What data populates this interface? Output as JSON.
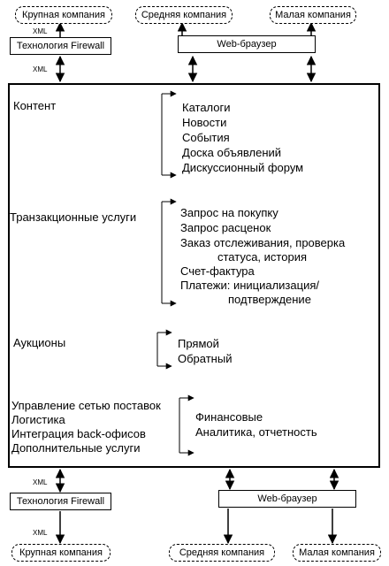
{
  "top": {
    "large_company": "Крупная компания",
    "medium_company": "Средняя компания",
    "small_company": "Малая компания",
    "firewall": "Технология Firewall",
    "browser": "Web-браузер",
    "xml_1": "XML",
    "xml_2": "XML"
  },
  "bottom": {
    "large_company": "Крупная компания",
    "medium_company": "Средняя компания",
    "small_company": "Малая компания",
    "firewall": "Технология Firewall",
    "browser": "Web-браузер",
    "xml_1": "XML",
    "xml_2": "XML"
  },
  "sections": {
    "content": {
      "title": "Контент",
      "items": [
        "Каталоги",
        "Новости",
        "События",
        "Доска объявлений",
        "Дискуссионный форум"
      ]
    },
    "transactions": {
      "title": "Транзакционные услуги",
      "items": [
        "Запрос на покупку",
        "Запрос расценок",
        "Заказ отслеживания, проверка",
        "статуса, история",
        "Счет-фактура",
        "Платежи: инициализация/",
        "подтверждение"
      ]
    },
    "auctions": {
      "title": "Аукционы",
      "items": [
        "Прямой",
        "Обратный"
      ]
    },
    "services": {
      "titles": [
        "Управление сетью поставок",
        "Логистика",
        "Интеграция back-офисов",
        "Дополнительные услуги"
      ],
      "items": [
        "Финансовые",
        "Аналитика, отчетность"
      ]
    }
  }
}
